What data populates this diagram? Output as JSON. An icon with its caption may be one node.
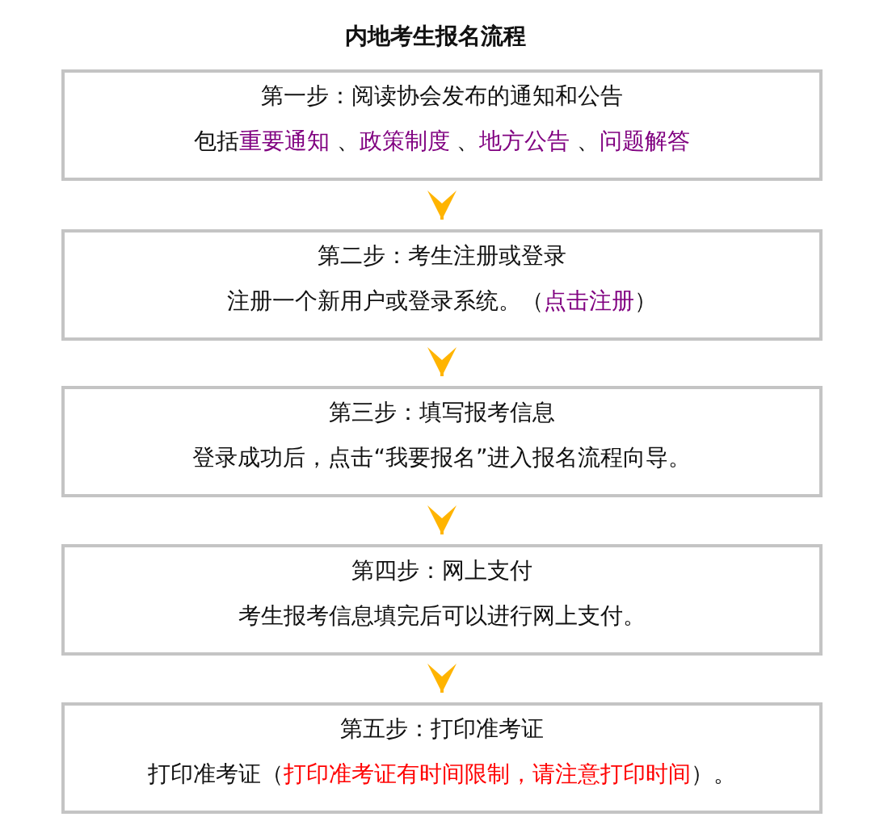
{
  "diagram": {
    "title": "内地考生报名流程",
    "nodes": [
      {
        "text": [
          "第一步：阅读协会发布的通知和公告",
          "包括重要通知 、政策制度 、地方公告 、问题解答"
        ]
      },
      {
        "text": [
          "第二步：考生注册或登录",
          "注册一个新用户或登录系统。（点击注册）"
        ]
      },
      {
        "text": [
          "第三步：填写报考信息",
          "登录成功后，点击“我要报名”进入报名流程向导。"
        ]
      },
      {
        "text": [
          "第四步：网上支付",
          "考生报考信息填完后可以进行网上支付。"
        ]
      },
      {
        "text": [
          "第五步：打印准考证",
          "打印准考证（打印准考证有时间限制，请注意打印时间）。"
        ]
      }
    ],
    "edges": [
      {
        "from": 0,
        "to": 1,
        "arrow": "to"
      },
      {
        "from": 1,
        "to": 2,
        "arrow": "to"
      },
      {
        "from": 2,
        "to": 3,
        "arrow": "to"
      },
      {
        "from": 3,
        "to": 4,
        "arrow": "to"
      }
    ]
  }
}
